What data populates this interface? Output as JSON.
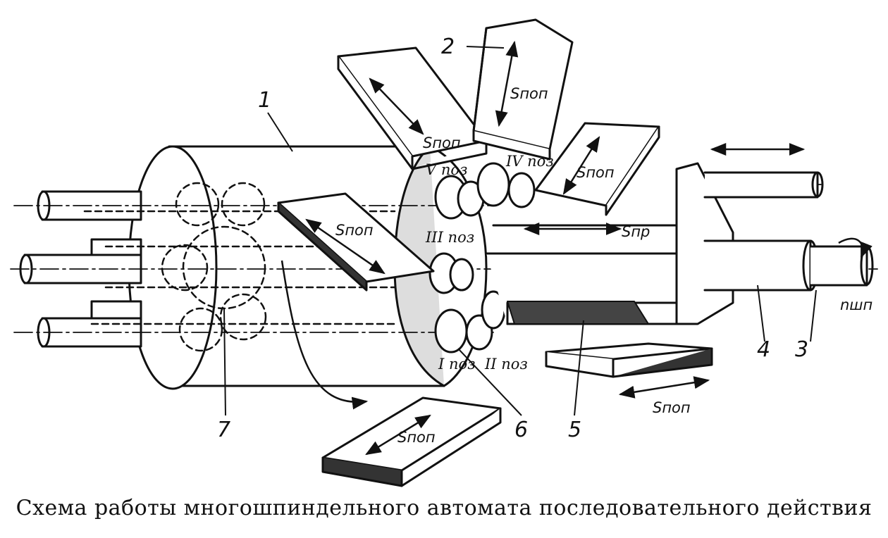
{
  "diagram": {
    "caption": "Схема работы многошпиндельного автомата последовательного действия",
    "callouts": {
      "c1": "1",
      "c2": "2",
      "c3": "3",
      "c4": "4",
      "c5": "5",
      "c6": "6",
      "c7": "7"
    },
    "feeds": {
      "cross_top_left": "Sпоп",
      "cross_top_vertical": "Sпоп",
      "cross_top_right": "Sпоп",
      "cross_middle": "Sпоп",
      "cross_bottom_left": "Sпоп",
      "cross_bottom_right": "Sпоп",
      "longitudinal": "Sпр",
      "spindle_speed": "nшп"
    },
    "positions": {
      "p1": "I поз",
      "p2": "II поз",
      "p3": "III поз",
      "p4": "IV поз",
      "p5": "V поз"
    }
  }
}
